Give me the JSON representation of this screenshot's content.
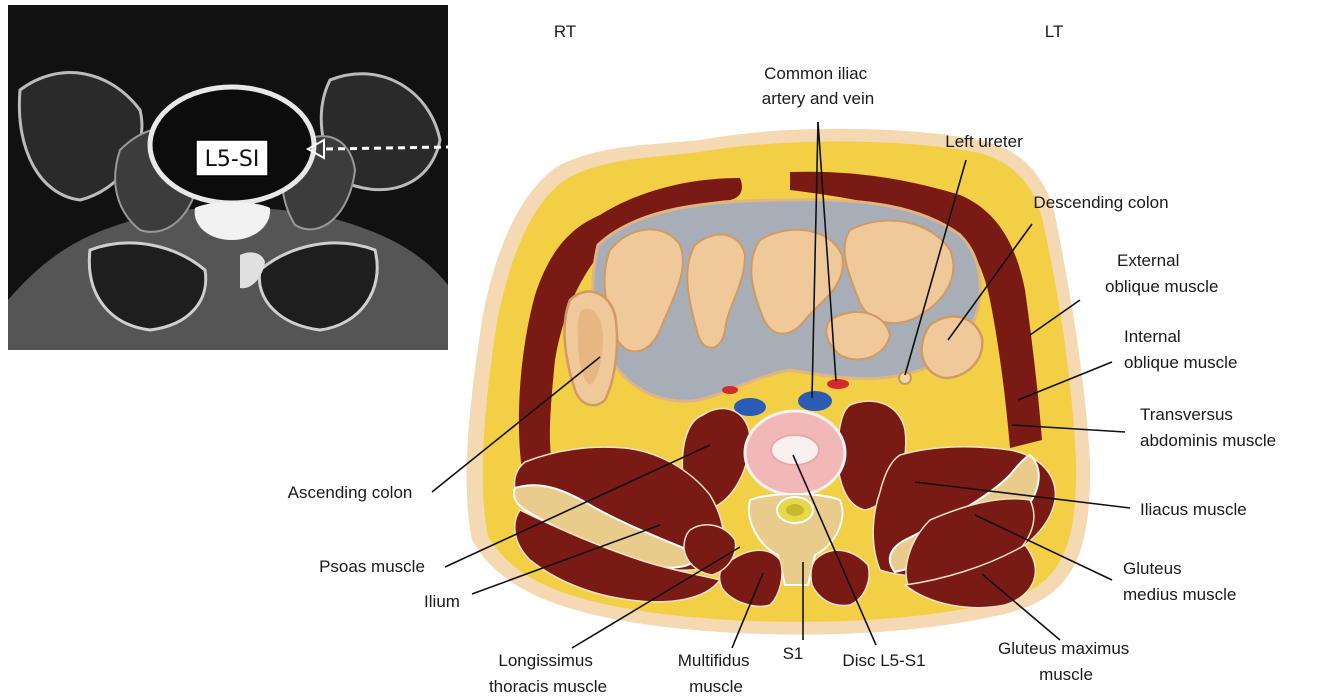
{
  "orientation": {
    "right": "RT",
    "left": "LT"
  },
  "mri": {
    "level_label": "L5-SI"
  },
  "labels": {
    "common_iliac": [
      "Common iliac",
      "artery and vein"
    ],
    "left_ureter": [
      "Left ureter"
    ],
    "descending_colon": [
      "Descending colon"
    ],
    "external_oblique": [
      "External",
      "oblique muscle"
    ],
    "internal_oblique": [
      "Internal",
      "oblique muscle"
    ],
    "transversus_abdominis": [
      "Transversus",
      "abdominis muscle"
    ],
    "iliacus": [
      "Iliacus muscle"
    ],
    "gluteus_medius": [
      "Gluteus",
      "medius muscle"
    ],
    "gluteus_maximus": [
      "Gluteus maximus",
      "muscle"
    ],
    "disc": [
      "Disc L5-S1"
    ],
    "s1": [
      "S1"
    ],
    "multifidus": [
      "Multifidus",
      "muscle"
    ],
    "longissimus": [
      "Longissimus",
      "thoracis muscle"
    ],
    "ilium": [
      "Ilium"
    ],
    "psoas": [
      "Psoas muscle"
    ],
    "ascending_colon": [
      "Ascending colon"
    ]
  },
  "colors": {
    "fat": "#f2cf45",
    "skin": "#f4d9b2",
    "muscle": "#7a1a14",
    "bowel_lumen": "#a7aeb8",
    "bowel_wall": "#f0c99a",
    "bone": "#e9cb8c",
    "disc": "#f2b8b8",
    "artery": "#d4282a",
    "vein": "#2c5bb5"
  }
}
